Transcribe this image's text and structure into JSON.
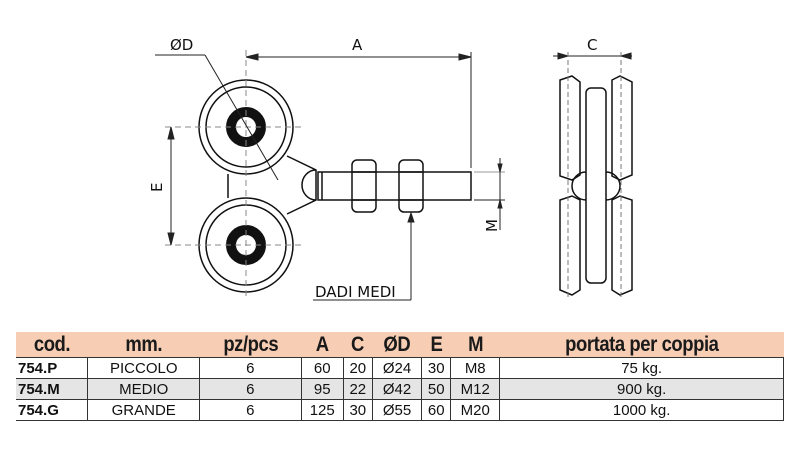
{
  "drawing": {
    "labels": {
      "diameter": "ØD",
      "a": "A",
      "c": "C",
      "e": "E",
      "m": "M",
      "nuts": "DADI MEDI"
    }
  },
  "table": {
    "headers": [
      "cod.",
      "mm.",
      "pz/pcs",
      "A",
      "C",
      "ØD",
      "E",
      "M",
      "portata per coppia"
    ],
    "rows": [
      [
        "754.P",
        "PICCOLO",
        "6",
        "60",
        "20",
        "Ø24",
        "30",
        "M8",
        "75 kg."
      ],
      [
        "754.M",
        "MEDIO",
        "6",
        "95",
        "22",
        "Ø42",
        "50",
        "M12",
        "900 kg."
      ],
      [
        "754.G",
        "GRANDE",
        "6",
        "125",
        "30",
        "Ø55",
        "60",
        "M20",
        "1000 kg."
      ]
    ]
  },
  "colors": {
    "header_bg": "#f7cdb4",
    "highlight_row": "#e5e5e5"
  }
}
